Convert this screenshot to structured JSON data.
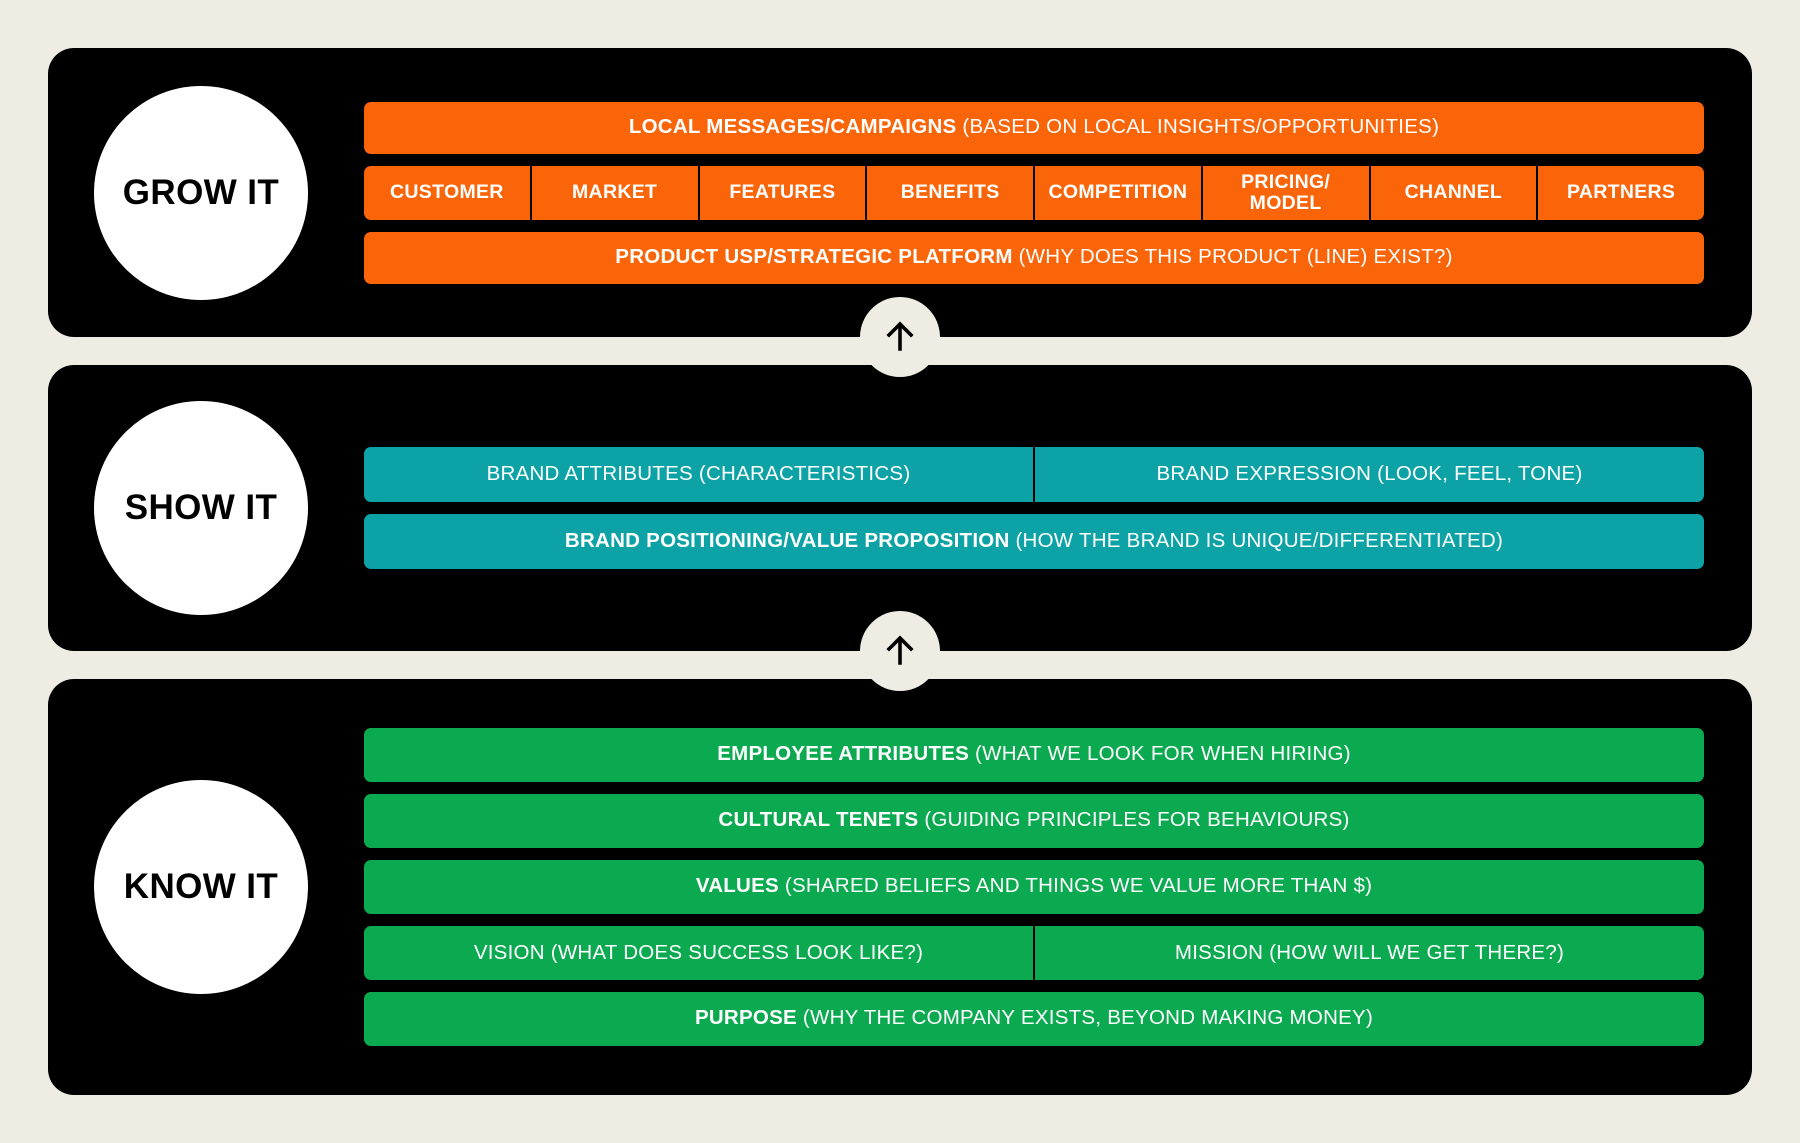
{
  "theme": {
    "background": "#EFEDE3",
    "panel": "#000000",
    "badge_bg": "#FFFFFF",
    "badge_text": "#000000",
    "orange": "#F96508",
    "teal": "#0DA3A6",
    "green": "#0BAA50",
    "bar_text": "#FFFFFF"
  },
  "sections": [
    {
      "badge": "GROW IT",
      "color": "#F96508",
      "bars_top": [
        {
          "bold": "LOCAL MESSAGES/CAMPAIGNS",
          "normal": " (BASED ON LOCAL INSIGHTS/OPPORTUNITIES)"
        }
      ],
      "segments": [
        "CUSTOMER",
        "MARKET",
        "FEATURES",
        "BENEFITS",
        "COMPETITION",
        "PRICING/\nMODEL",
        "CHANNEL",
        "PARTNERS"
      ],
      "bars_bottom": [
        {
          "bold": "PRODUCT USP/STRATEGIC PLATFORM",
          "normal": " (WHY DOES THIS PRODUCT (LINE) EXIST?)"
        }
      ]
    },
    {
      "badge": "SHOW IT",
      "color": "#0DA3A6",
      "split": [
        {
          "bold": "BRAND ATTRIBUTES",
          "normal": " (CHARACTERISTICS)"
        },
        {
          "bold": "BRAND EXPRESSION",
          "normal": " (LOOK, FEEL, TONE)"
        }
      ],
      "bars_bottom": [
        {
          "bold": "BRAND POSITIONING/VALUE PROPOSITION",
          "normal": " (HOW THE BRAND IS UNIQUE/DIFFERENTIATED)"
        }
      ]
    },
    {
      "badge": "KNOW IT",
      "color": "#0BAA50",
      "bars_top": [
        {
          "bold": "EMPLOYEE ATTRIBUTES",
          "normal": " (WHAT WE LOOK FOR WHEN HIRING)"
        },
        {
          "bold": "CULTURAL TENETS",
          "normal": " (GUIDING PRINCIPLES FOR BEHAVIOURS)"
        },
        {
          "bold": "VALUES",
          "normal": " (SHARED BELIEFS AND THINGS WE VALUE MORE THAN $)"
        }
      ],
      "split": [
        {
          "bold": "VISION",
          "normal": " (WHAT DOES SUCCESS LOOK LIKE?)"
        },
        {
          "bold": "MISSION",
          "normal": " (HOW WILL WE GET THERE?)"
        }
      ],
      "bars_bottom": [
        {
          "bold": "PURPOSE",
          "normal": " (WHY THE COMPANY EXISTS, BEYOND MAKING MONEY)"
        }
      ]
    }
  ],
  "connectors": [
    {
      "icon": "arrow-up-icon"
    },
    {
      "icon": "arrow-up-icon"
    }
  ]
}
